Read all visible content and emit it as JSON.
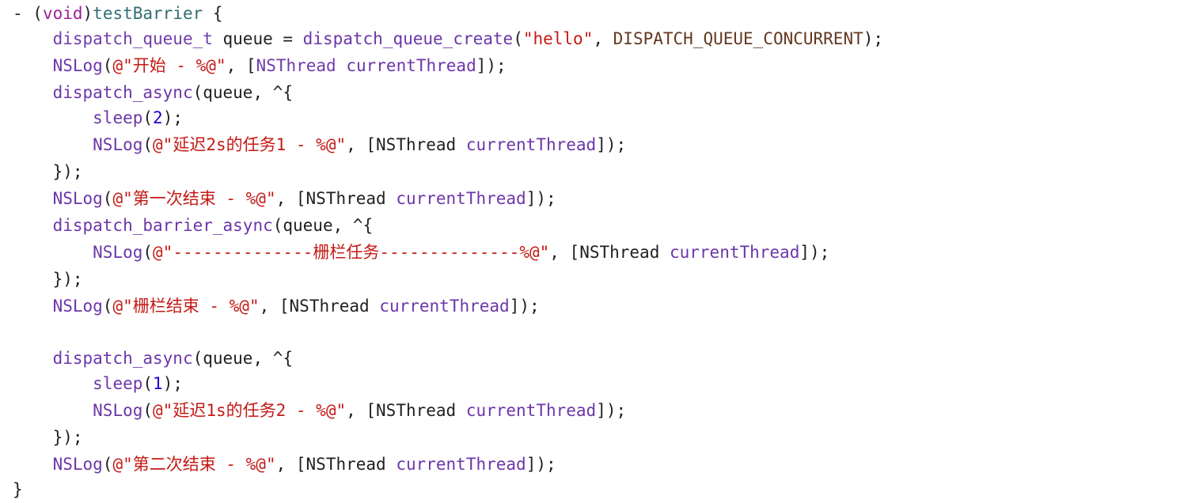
{
  "colors": {
    "background": "#ffffff",
    "plain": "#1f1f24",
    "keyword": "#9b2393",
    "string": "#c41a16",
    "number": "#1c00cf",
    "type": "#703daa",
    "function": "#326d74",
    "other": "#6c36a9",
    "macro": "#643820"
  },
  "code": {
    "lines": [
      [
        [
          "plain",
          "- ("
        ],
        [
          "keyword",
          "void"
        ],
        [
          "plain",
          ")"
        ],
        [
          "function",
          "testBarrier"
        ],
        [
          "plain",
          " {"
        ]
      ],
      [
        [
          "plain",
          "    "
        ],
        [
          "type",
          "dispatch_queue_t"
        ],
        [
          "plain",
          " queue = "
        ],
        [
          "other",
          "dispatch_queue_create"
        ],
        [
          "plain",
          "("
        ],
        [
          "string",
          "\"hello\""
        ],
        [
          "plain",
          ", "
        ],
        [
          "macro",
          "DISPATCH_QUEUE_CONCURRENT"
        ],
        [
          "plain",
          ");"
        ]
      ],
      [
        [
          "plain",
          "    "
        ],
        [
          "other",
          "NSLog"
        ],
        [
          "plain",
          "("
        ],
        [
          "string",
          "@\"开始 - %@\""
        ],
        [
          "plain",
          ", ["
        ],
        [
          "type",
          "NSThread"
        ],
        [
          "plain",
          " "
        ],
        [
          "other",
          "currentThread"
        ],
        [
          "plain",
          "]);"
        ]
      ],
      [
        [
          "plain",
          "    "
        ],
        [
          "other",
          "dispatch_async"
        ],
        [
          "plain",
          "(queue, ^{"
        ]
      ],
      [
        [
          "plain",
          "        "
        ],
        [
          "other",
          "sleep"
        ],
        [
          "plain",
          "("
        ],
        [
          "number",
          "2"
        ],
        [
          "plain",
          ");"
        ]
      ],
      [
        [
          "plain",
          "        "
        ],
        [
          "other",
          "NSLog"
        ],
        [
          "plain",
          "("
        ],
        [
          "string",
          "@\"延迟2s的任务1 - %@\""
        ],
        [
          "plain",
          ", [NSThread "
        ],
        [
          "other",
          "currentThread"
        ],
        [
          "plain",
          "]);"
        ]
      ],
      [
        [
          "plain",
          "    });"
        ]
      ],
      [
        [
          "plain",
          "    "
        ],
        [
          "other",
          "NSLog"
        ],
        [
          "plain",
          "("
        ],
        [
          "string",
          "@\"第一次结束 - %@\""
        ],
        [
          "plain",
          ", [NSThread "
        ],
        [
          "other",
          "currentThread"
        ],
        [
          "plain",
          "]);"
        ]
      ],
      [
        [
          "plain",
          "    "
        ],
        [
          "other",
          "dispatch_barrier_async"
        ],
        [
          "plain",
          "(queue, ^{"
        ]
      ],
      [
        [
          "plain",
          "        "
        ],
        [
          "other",
          "NSLog"
        ],
        [
          "plain",
          "("
        ],
        [
          "string",
          "@\"--------------栅栏任务--------------%@\""
        ],
        [
          "plain",
          ", [NSThread "
        ],
        [
          "other",
          "currentThread"
        ],
        [
          "plain",
          "]);"
        ]
      ],
      [
        [
          "plain",
          "    });"
        ]
      ],
      [
        [
          "plain",
          "    "
        ],
        [
          "other",
          "NSLog"
        ],
        [
          "plain",
          "("
        ],
        [
          "string",
          "@\"栅栏结束 - %@\""
        ],
        [
          "plain",
          ", [NSThread "
        ],
        [
          "other",
          "currentThread"
        ],
        [
          "plain",
          "]);"
        ]
      ],
      [
        [
          "plain",
          ""
        ]
      ],
      [
        [
          "plain",
          "    "
        ],
        [
          "other",
          "dispatch_async"
        ],
        [
          "plain",
          "(queue, ^{"
        ]
      ],
      [
        [
          "plain",
          "        "
        ],
        [
          "other",
          "sleep"
        ],
        [
          "plain",
          "("
        ],
        [
          "number",
          "1"
        ],
        [
          "plain",
          ");"
        ]
      ],
      [
        [
          "plain",
          "        "
        ],
        [
          "other",
          "NSLog"
        ],
        [
          "plain",
          "("
        ],
        [
          "string",
          "@\"延迟1s的任务2 - %@\""
        ],
        [
          "plain",
          ", [NSThread "
        ],
        [
          "other",
          "currentThread"
        ],
        [
          "plain",
          "]);"
        ]
      ],
      [
        [
          "plain",
          "    });"
        ]
      ],
      [
        [
          "plain",
          "    "
        ],
        [
          "other",
          "NSLog"
        ],
        [
          "plain",
          "("
        ],
        [
          "string",
          "@\"第二次结束 - %@\""
        ],
        [
          "plain",
          ", [NSThread "
        ],
        [
          "other",
          "currentThread"
        ],
        [
          "plain",
          "]);"
        ]
      ],
      [
        [
          "plain",
          "}"
        ]
      ]
    ]
  }
}
